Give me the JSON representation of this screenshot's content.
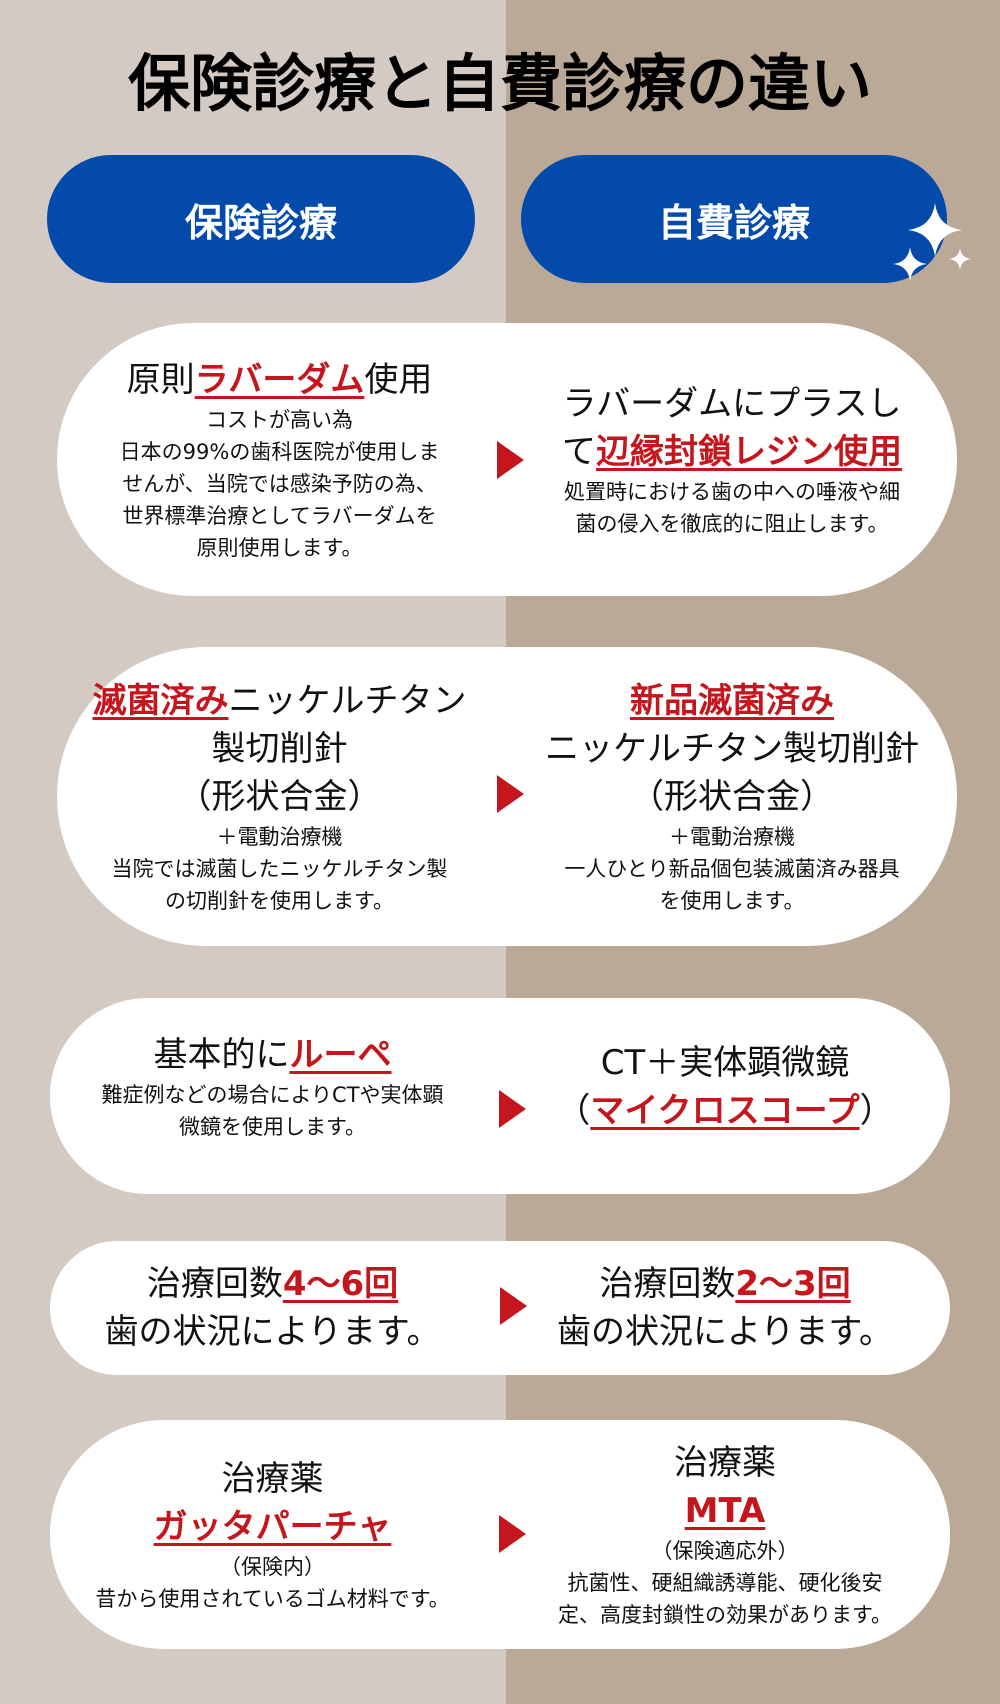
{
  "title": "保険診療と自費診療の違い",
  "colors": {
    "left_bg": "#d3cac3",
    "right_bg": "#bba998",
    "pill_blue": "#034aab",
    "accent_red": "#c4161c",
    "card_white": "#ffffff"
  },
  "header": {
    "insurance_label": "保険診療",
    "self_pay_label": "自費診療",
    "decoration": "sparkle-icon"
  },
  "rows": [
    {
      "insurance": {
        "heading_pre": "原則",
        "heading_hl": "ラバーダム",
        "heading_post": "使用",
        "lines": [
          "コストが高い為",
          "日本の99%の歯科医院が使用しま",
          "せんが、当院では感染予防の為、",
          "世界標準治療としてラバーダムを",
          "原則使用します。"
        ]
      },
      "self_pay": {
        "heading_line1": "ラバーダムにプラスし",
        "heading_pre": "て",
        "heading_hl": "辺縁封鎖レジン使用",
        "lines": [
          "処置時における歯の中への唾液や細",
          "菌の侵入を徹底的に阻止します。"
        ]
      }
    },
    {
      "insurance": {
        "heading_hl": "滅菌済み",
        "heading_post": "ニッケルチタン",
        "heading_line2": "製切削針",
        "heading_line3": "（形状合金）",
        "lines": [
          "＋電動治療機",
          "当院では滅菌したニッケルチタン製",
          "の切削針を使用します。"
        ]
      },
      "self_pay": {
        "heading_hl": "新品滅菌済み",
        "heading_line2": "ニッケルチタン製切削針",
        "heading_line3": "（形状合金）",
        "lines": [
          "＋電動治療機",
          "一人ひとり新品個包装滅菌済み器具",
          "を使用します。"
        ]
      }
    },
    {
      "insurance": {
        "heading_pre": "基本的に",
        "heading_hl": "ルーペ",
        "lines": [
          "難症例などの場合によりCTや実体顕",
          "微鏡を使用します。"
        ]
      },
      "self_pay": {
        "heading_line1": "CT＋実体顕微鏡",
        "heading_pre": "（",
        "heading_hl": "マイクロスコープ",
        "heading_post": "）"
      }
    },
    {
      "insurance": {
        "heading_pre": "治療回数",
        "heading_hl": "4〜6回",
        "line2": "歯の状況によります。"
      },
      "self_pay": {
        "heading_pre": "治療回数",
        "heading_hl": "2〜3回",
        "line2": "歯の状況によります。"
      }
    },
    {
      "insurance": {
        "heading": "治療薬",
        "heading_hl": "ガッタパーチャ",
        "note": "（保険内）",
        "lines": [
          "昔から使用されているゴム材料です。"
        ]
      },
      "self_pay": {
        "heading": "治療薬",
        "heading_hl": "MTA",
        "note": "（保険適応外）",
        "lines": [
          "抗菌性、硬組織誘導能、硬化後安",
          "定、高度封鎖性の効果があります。"
        ]
      }
    }
  ]
}
